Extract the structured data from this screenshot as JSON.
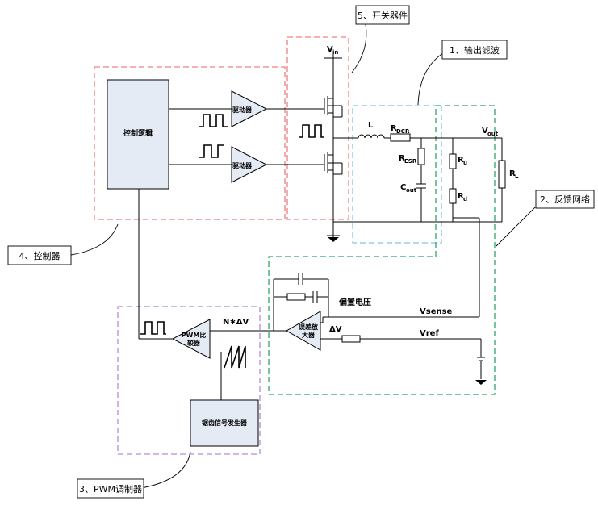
{
  "regions": {
    "switch": "5、开关器件",
    "filter": "1、输出滤波",
    "feedback": "2、反馈网络",
    "controller": "4、控制器",
    "pwm": "3、PWM调制器"
  },
  "blocks": {
    "control_logic": "控制逻辑",
    "driver_top": "驱动器",
    "driver_bottom": "驱动器",
    "pwm_comparator_line1": "PWM比",
    "pwm_comparator_line2": "较器",
    "error_amp_line1": "误差放",
    "error_amp_line2": "大器",
    "sawtooth_generator": "锯齿信号发生器"
  },
  "labels": {
    "vin_main": "V",
    "vin_sub": "in",
    "inductor": "L",
    "rdcr_main": "R",
    "rdcr_sub": "DCR",
    "resr_main": "R",
    "resr_sub": "ESR",
    "cout_main": "C",
    "cout_sub": "out",
    "vout_main": "V",
    "vout_sub": "out",
    "rl_main": "R",
    "rl_sub": "L",
    "ru_main": "R",
    "ru_sub": "u",
    "rd_main": "R",
    "rd_sub": "d",
    "bias_voltage": "偏置电压",
    "vsense": "Vsense",
    "vref": "Vref",
    "delta_v": "ΔV",
    "n_delta_v": "N∗ΔV"
  },
  "colors": {
    "controller_border": "#f28080",
    "switch_border": "#f28080",
    "filter_border": "#7ec8e3",
    "feedback_border": "#2ea36b",
    "pwm_border": "#b48ae0",
    "block_fill": "#e5ebf4",
    "line": "#000000"
  }
}
